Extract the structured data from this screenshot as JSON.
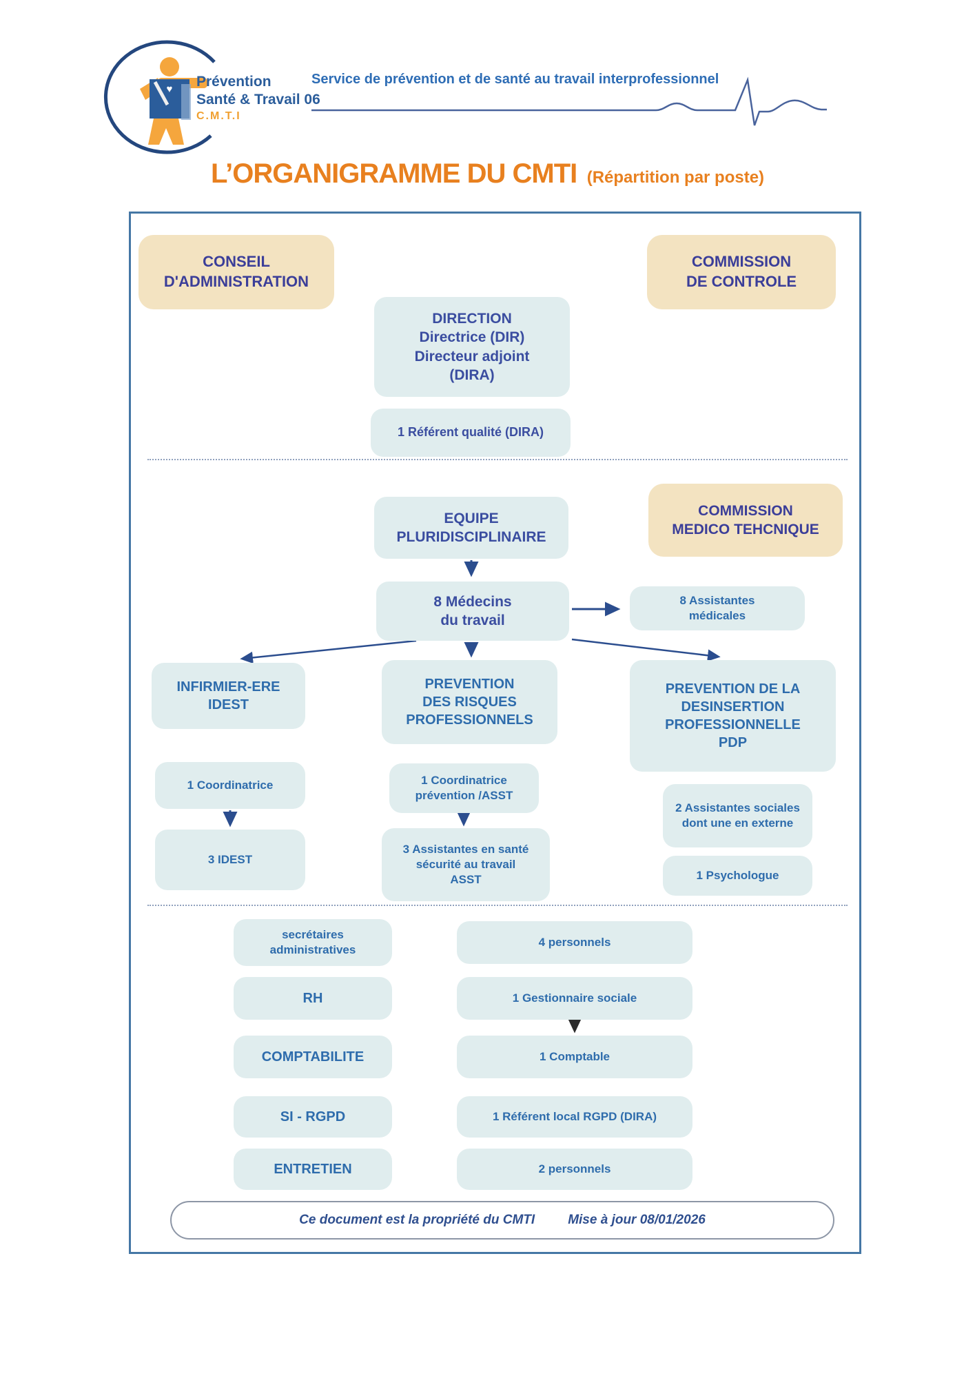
{
  "header": {
    "logo": {
      "brand_line1": "Prévention",
      "brand_line2": "Santé & Travail 06",
      "brand_line3": "C.M.T.I",
      "ring_icon": "circle-ring-icon",
      "person_icon": "person-pictogram-icon"
    },
    "tagline": "Service de prévention et de santé au travail interprofessionnel",
    "ecg_icon": "ecg-heartbeat-icon"
  },
  "title": {
    "main": "L’ORGANIGRAMME DU CMTI",
    "sub": "(Répartition par poste)"
  },
  "colors": {
    "accent_orange": "#e8801f",
    "tan_box": "#f3e3c1",
    "light_blue_box": "#e0edee",
    "indigo_text": "#3b3e99",
    "navy_text": "#3a4da0",
    "steel_text": "#2e6cac",
    "container_border": "#4577a5",
    "arrow_navy": "#2b4d8e",
    "arrow_black": "#2b2b2b",
    "header_blue": "#2e6db5"
  },
  "org": {
    "conseil": [
      "CONSEIL",
      "D'ADMINISTRATION"
    ],
    "commission_controle": [
      "COMMISSION",
      "DE CONTROLE"
    ],
    "direction": [
      "DIRECTION",
      "Directrice (DIR)",
      "Directeur adjoint",
      "(DIRA)"
    ],
    "referent_qualite": "1 Référent qualité (DIRA)",
    "equipe": [
      "EQUIPE",
      "PLURIDISCIPLINAIRE"
    ],
    "commission_medico": [
      "COMMISSION",
      "MEDICO TEHCNIQUE"
    ],
    "medecins": [
      "8 Médecins",
      "du travail"
    ],
    "assistantes_medicales": [
      "8 Assistantes",
      "médicales"
    ],
    "infirmier": [
      "INFIRMIER-ERE",
      "IDEST"
    ],
    "prevention_risques": [
      "PREVENTION",
      "DES RISQUES",
      "PROFESSIONNELS"
    ],
    "prevention_pdp": [
      "PREVENTION DE LA",
      "DESINSERTION",
      "PROFESSIONNELLE",
      "PDP"
    ],
    "coordinatrice": "1 Coordinatrice",
    "idest": "3 IDEST",
    "coordinatrice_asst": [
      "1 Coordinatrice",
      "prévention /ASST"
    ],
    "assistantes_asst": [
      "3 Assistantes en santé",
      "sécurité au travail",
      "ASST"
    ],
    "assistantes_sociales": [
      "2 Assistantes sociales",
      "dont une en externe"
    ],
    "psychologue": "1 Psychologue",
    "secretaires": [
      "secrétaires",
      "administratives"
    ],
    "personnels4": "4 personnels",
    "rh": "RH",
    "gestionnaire": "1 Gestionnaire sociale",
    "comptabilite": "COMPTABILITE",
    "comptable": "1 Comptable",
    "si_rgpd": "SI - RGPD",
    "referent_rgpd": "1 Référent local RGPD (DIRA)",
    "entretien": "ENTRETIEN",
    "personnels2": "2 personnels"
  },
  "footer": {
    "left": "Ce document est la propriété  du CMTI",
    "right": "Mise à jour 08/01/2026"
  }
}
